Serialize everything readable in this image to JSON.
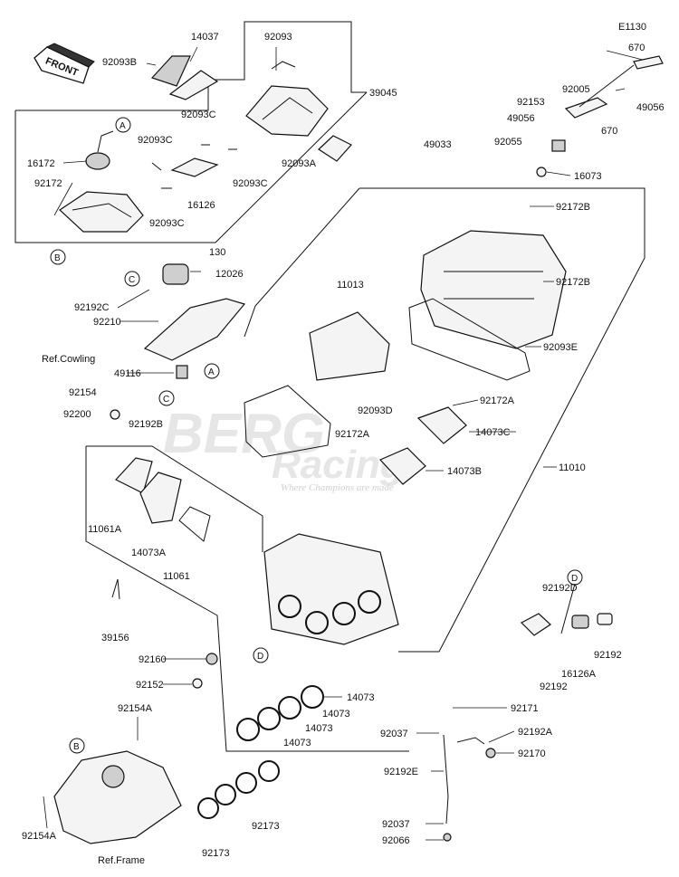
{
  "diagram_code": "E1130",
  "front_label": "FRONT",
  "watermark": {
    "brand_top": "BERG",
    "brand_bottom": "Racing",
    "tagline": "Where Champions are made"
  },
  "callouts": [
    "A",
    "B",
    "C",
    "D"
  ],
  "labels": [
    "92093B",
    "14037",
    "92093",
    "39045",
    "92093C",
    "92093C",
    "16172",
    "92093C",
    "92093A",
    "92172",
    "16126",
    "92093C",
    "130",
    "12026",
    "92192C",
    "92210",
    "Ref.Cowling",
    "49116",
    "92154",
    "92200",
    "92192B",
    "670",
    "92005",
    "49056",
    "92153",
    "49056",
    "670",
    "49033",
    "92055",
    "16073",
    "92172B",
    "92172B",
    "11013",
    "92093E",
    "92172A",
    "92093D",
    "92172A",
    "14073C",
    "14073B",
    "11010",
    "11061A",
    "14073A",
    "11061",
    "39156",
    "92160",
    "92152",
    "92192D",
    "16126A",
    "92192",
    "92192",
    "14073",
    "14073",
    "14073",
    "14073",
    "92171",
    "92037",
    "92192A",
    "92170",
    "92154A",
    "92192E",
    "92154A",
    "Ref.Frame",
    "92173",
    "92173",
    "92037",
    "92066"
  ]
}
